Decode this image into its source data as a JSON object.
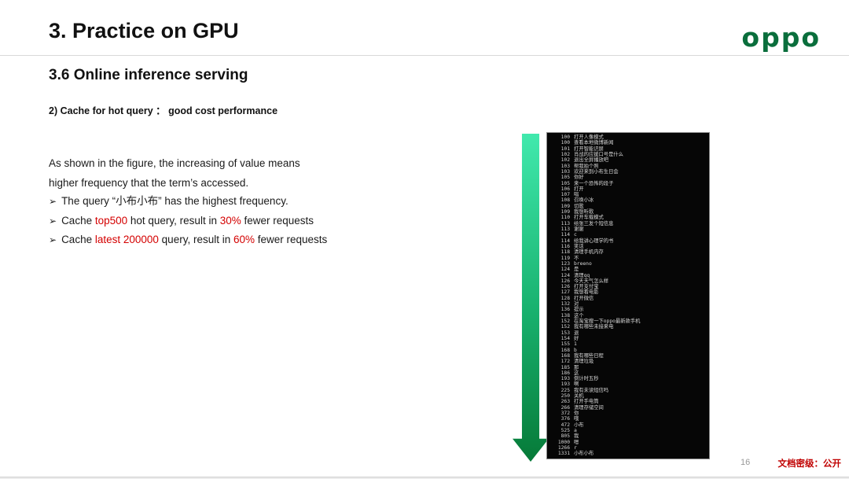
{
  "slide": {
    "title": "3. Practice on GPU",
    "section_title": "3.6 Online inference serving",
    "subtitle": "2) Cache for hot query ： good cost performance",
    "paragraph_line1": "As shown in the figure, the increasing of value means",
    "paragraph_line2": "higher frequency that the term’s accessed.",
    "bullet_marker": "➢",
    "bullets": [
      {
        "segments": [
          {
            "text": "The query “小布小布” has the highest frequency.",
            "red": false
          }
        ]
      },
      {
        "segments": [
          {
            "text": "Cache ",
            "red": false
          },
          {
            "text": "top500",
            "red": true
          },
          {
            "text": " hot query, result in ",
            "red": false
          },
          {
            "text": "30%",
            "red": true
          },
          {
            "text": " fewer requests",
            "red": false
          }
        ]
      },
      {
        "segments": [
          {
            "text": "Cache ",
            "red": false
          },
          {
            "text": "latest 200000",
            "red": true
          },
          {
            "text": " query, result in ",
            "red": false
          },
          {
            "text": "60%",
            "red": true
          },
          {
            "text": " fewer requests",
            "red": false
          }
        ]
      }
    ]
  },
  "logo": {
    "text": "oppo",
    "color": "#0a6e3c"
  },
  "terminal": {
    "rows": [
      [
        "100",
        "打开人像模式"
      ],
      [
        "100",
        "查看本地微博新闻"
      ],
      [
        "101",
        "打开智能识屏"
      ],
      [
        "102",
        "肖战的应援口号是什么"
      ],
      [
        "102",
        "退出全屏播放吧"
      ],
      [
        "103",
        "帮我拍个照"
      ],
      [
        "103",
        "欢迎来到小布生日会"
      ],
      [
        "105",
        "你好"
      ],
      [
        "105",
        "来一个恐怖的段子"
      ],
      [
        "106",
        "打开"
      ],
      [
        "107",
        "唱"
      ],
      [
        "108",
        "召唤小冰"
      ],
      [
        "109",
        "切歌"
      ],
      [
        "109",
        "我想听歌"
      ],
      [
        "110",
        "打开车载模式"
      ],
      [
        "113",
        "给张三发个短信息"
      ],
      [
        "113",
        "谢谢"
      ],
      [
        "114",
        "c"
      ],
      [
        "114",
        "给我讲心理学的书"
      ],
      [
        "116",
        "笑话"
      ],
      [
        "118",
        "清理手机内存"
      ],
      [
        "119",
        "不"
      ],
      [
        "123",
        "breeno"
      ],
      [
        "124",
        "是"
      ],
      [
        "124",
        "清理qq"
      ],
      [
        "126",
        "今天天气怎么样"
      ],
      [
        "126",
        "打开支付宝"
      ],
      [
        "127",
        "我想看电影"
      ],
      [
        "128",
        "打开微信"
      ],
      [
        "132",
        "对"
      ],
      [
        "136",
        "提示"
      ],
      [
        "138",
        "这个"
      ],
      [
        "152",
        "在淘宝搜一下oppo最新款手机"
      ],
      [
        "152",
        "我有哪些未接来电"
      ],
      [
        "153",
        "退"
      ],
      [
        "154",
        "好"
      ],
      [
        "155",
        "1"
      ],
      [
        "168",
        "b"
      ],
      [
        "168",
        "我有哪些日程"
      ],
      [
        "172",
        "清理垃圾"
      ],
      [
        "185",
        "那"
      ],
      [
        "186",
        "这"
      ],
      [
        "193",
        "倒计时五秒"
      ],
      [
        "193",
        "啊"
      ],
      [
        "225",
        "我有未读短信吗"
      ],
      [
        "250",
        "关机"
      ],
      [
        "263",
        "打开手电筒"
      ],
      [
        "266",
        "清理存储空间"
      ],
      [
        "372",
        "你"
      ],
      [
        "376",
        "哦"
      ],
      [
        "472",
        "小布"
      ],
      [
        "525",
        "a"
      ],
      [
        "805",
        "我"
      ],
      [
        "1000",
        "嗯"
      ],
      [
        "1266",
        "r"
      ],
      [
        "1331",
        "小布小布"
      ]
    ]
  },
  "footer": {
    "page_number": "16",
    "classification": "文档密级：公开"
  },
  "colors": {
    "accent_red": "#d40000",
    "oppo_green": "#0a6e3c",
    "arrow_gradient_top": "#41e9ad",
    "arrow_gradient_bottom": "#067a38",
    "terminal_background": "#060606",
    "terminal_text": "#d6d6d6",
    "classification_red": "#c00000"
  }
}
